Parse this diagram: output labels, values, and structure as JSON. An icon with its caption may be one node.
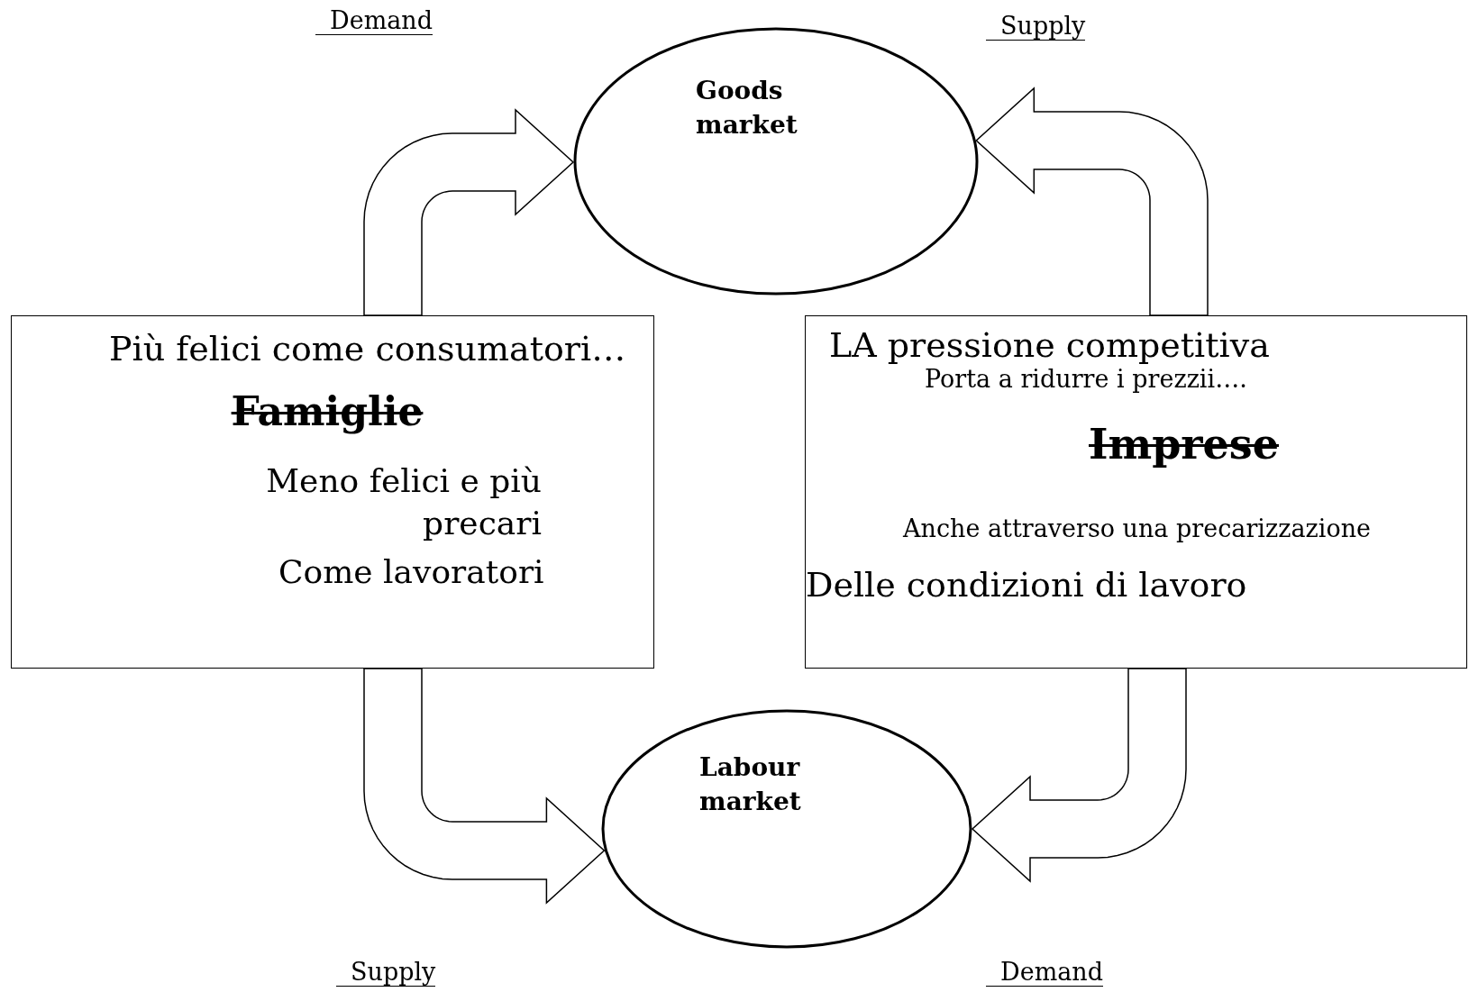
{
  "diagram": {
    "nodes": [
      {
        "text": [
          "Goods market"
        ]
      },
      {
        "text": [
          "Più felici come consumatori…",
          "Famiglie",
          "Meno felici e più precari",
          "Come lavoratori"
        ]
      },
      {
        "text": [
          "LA pressione competitiva",
          "Porta a ridurre i prezzii….",
          "Imprese",
          "Anche attraverso una precarizzazione",
          "Delle condizioni di lavoro"
        ]
      },
      {
        "text": [
          "Labour market"
        ]
      }
    ],
    "edges": [
      {
        "from": 1,
        "to": 0,
        "arrow": "to"
      },
      {
        "from": 2,
        "to": 0,
        "arrow": "to"
      },
      {
        "from": 1,
        "to": 3,
        "arrow": "to"
      },
      {
        "from": 2,
        "to": 3,
        "arrow": "to"
      }
    ],
    "labels": [
      "Demand",
      "Supply",
      "Supply",
      "Demand"
    ]
  }
}
